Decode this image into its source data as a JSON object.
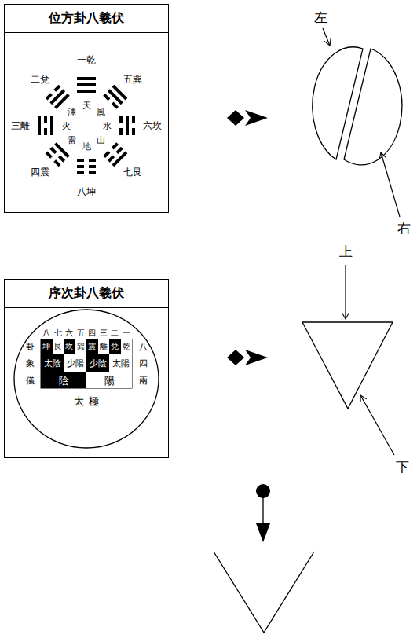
{
  "diagram": {
    "nodes": [
      {
        "text": [
          "位方卦八羲伏"
        ]
      },
      {
        "text": [
          "序次卦八羲伏"
        ]
      }
    ],
    "labels": [
      "一乾",
      "二兌",
      "三離",
      "四震",
      "五巽",
      "六坎",
      "七艮",
      "八坤",
      "天",
      "澤",
      "火",
      "雷",
      "風",
      "水",
      "山",
      "地",
      "左",
      "右",
      "八",
      "七",
      "六",
      "五",
      "四",
      "三",
      "二",
      "一",
      "坤",
      "艮",
      "坎",
      "巽",
      "震",
      "離",
      "兌",
      "乾",
      "太陰",
      "少陽",
      "少陰",
      "太陽",
      "陰",
      "陽",
      "太極",
      "卦",
      "象",
      "儀",
      "八",
      "四",
      "兩",
      "上",
      "下"
    ]
  }
}
